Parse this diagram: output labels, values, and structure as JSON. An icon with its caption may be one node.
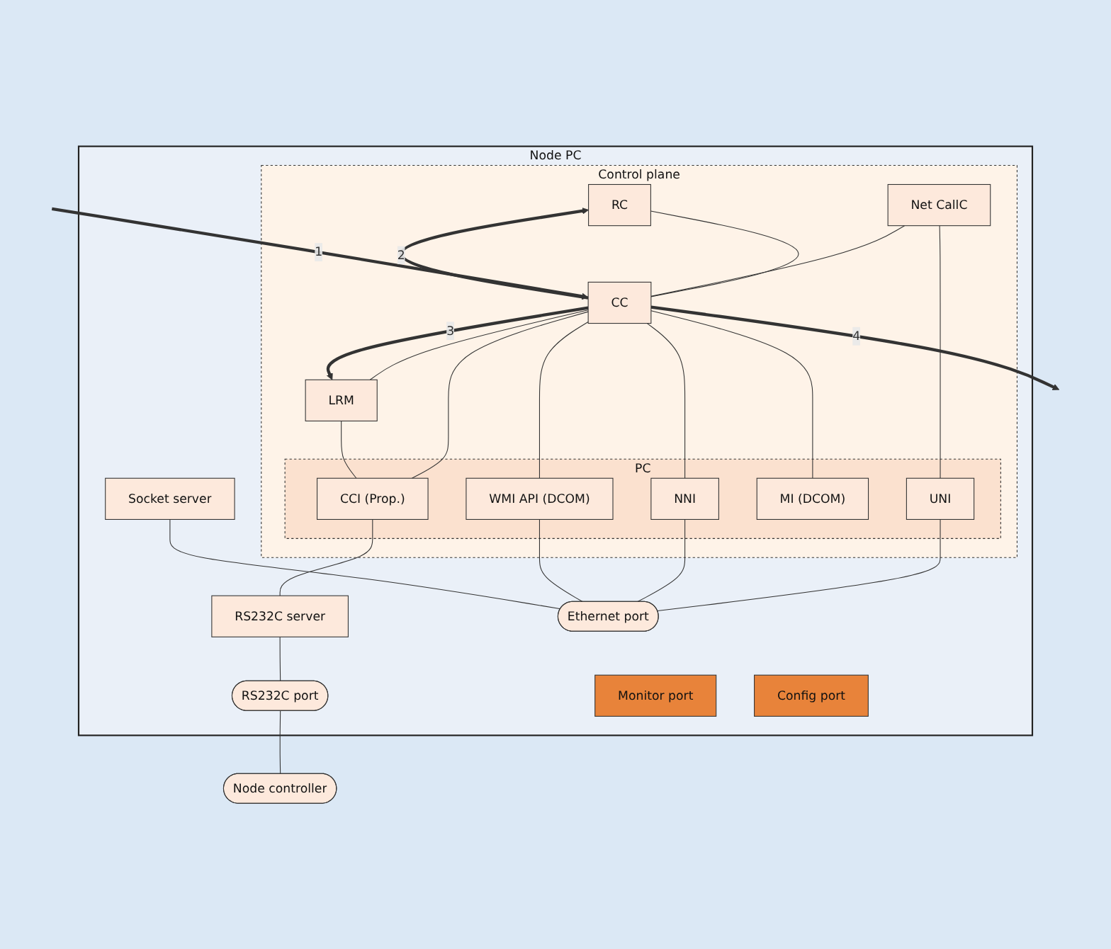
{
  "diagram": {
    "nodes": [
      {
        "text": [
          "Node PC"
        ]
      },
      {
        "text": [
          "Control plane"
        ],
        "in": 0
      },
      {
        "text": [
          "RC"
        ],
        "in": 1
      },
      {
        "text": [
          "Net CallC"
        ],
        "in": 1
      },
      {
        "text": [
          "CC"
        ],
        "in": 1
      },
      {
        "text": [
          "LRM"
        ],
        "in": 1
      },
      {
        "text": [
          "PC"
        ],
        "in": 1
      },
      {
        "text": [
          "UNI"
        ],
        "in": 6
      },
      {
        "text": [
          "NNI"
        ],
        "in": 6
      },
      {
        "text": [
          "WMI API (DCOM)"
        ],
        "in": 6
      },
      {
        "text": [
          "MI (DCOM)"
        ],
        "in": 6
      },
      {
        "text": [
          "CCI (Prop.)"
        ],
        "in": 6
      },
      {
        "text": [
          "Socket server"
        ],
        "in": 0
      },
      {
        "text": [
          "RS232C server"
        ],
        "in": 0
      },
      {
        "text": [
          "Ethernet port"
        ],
        "in": 0
      },
      {
        "text": [
          "RS232C port"
        ],
        "in": 0
      },
      {
        "text": [
          "Monitor port"
        ],
        "in": 0
      },
      {
        "text": [
          "Config port"
        ],
        "in": 0
      },
      {
        "text": [
          "Node controller"
        ]
      }
    ],
    "edges": [
      {
        "from": 2,
        "to": 4,
        "arrow": "none"
      },
      {
        "from": 3,
        "to": 4,
        "arrow": "none"
      },
      {
        "from": 4,
        "to": 5,
        "arrow": "none"
      },
      {
        "from": 3,
        "to": 7,
        "arrow": "none"
      },
      {
        "from": 4,
        "to": 8,
        "arrow": "none"
      },
      {
        "from": 4,
        "to": 9,
        "arrow": "none"
      },
      {
        "from": 4,
        "to": 10,
        "arrow": "none"
      },
      {
        "from": 4,
        "to": 11,
        "arrow": "none"
      },
      {
        "from": 5,
        "to": 11,
        "arrow": "none"
      },
      {
        "from": 7,
        "to": 14,
        "arrow": "none"
      },
      {
        "from": 8,
        "to": 14,
        "arrow": "none"
      },
      {
        "from": 9,
        "to": 14,
        "arrow": "none"
      },
      {
        "from": 12,
        "to": 14,
        "arrow": "none"
      },
      {
        "from": 11,
        "to": 13,
        "arrow": "none"
      },
      {
        "from": 13,
        "to": 15,
        "arrow": "none"
      },
      {
        "from": 15,
        "to": 18,
        "arrow": "none"
      },
      {
        "from": null,
        "to": 4,
        "arrow": "to",
        "label": "1",
        "style": "thick"
      },
      {
        "from": 4,
        "to": 2,
        "arrow": "to",
        "label": "2",
        "style": "thick"
      },
      {
        "from": 4,
        "to": 5,
        "arrow": "to",
        "label": "3",
        "style": "thick"
      },
      {
        "from": 4,
        "to": null,
        "arrow": "to",
        "label": "4",
        "style": "thick"
      }
    ]
  }
}
